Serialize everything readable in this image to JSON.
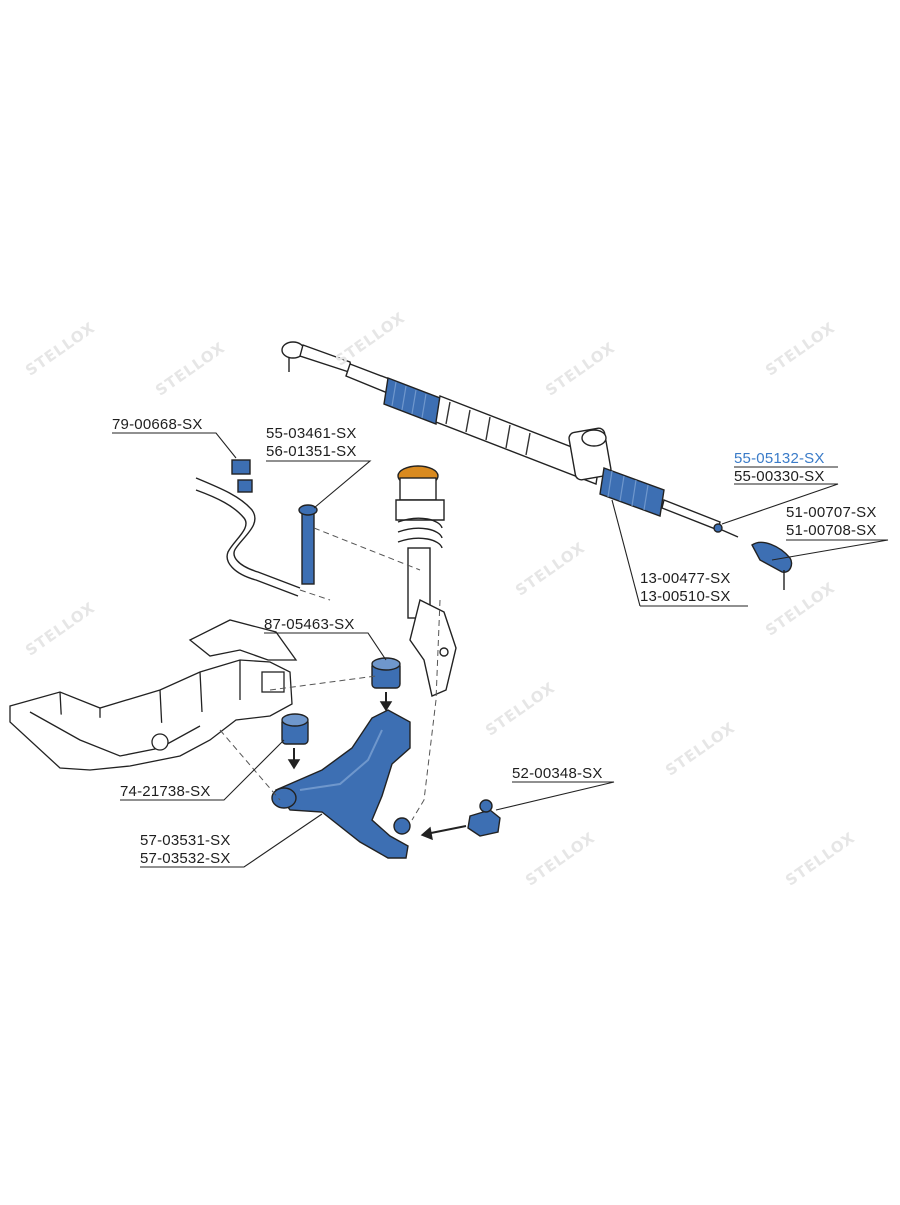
{
  "watermark": {
    "text": "STELLOX",
    "color": "#e6e6e6"
  },
  "colors": {
    "part_fill": "#3d6fb3",
    "part_highlight": "#6f97cc",
    "line": "#222222",
    "dashed": "#555555",
    "label": "#1e1e1e",
    "label_highlight": "#3a7bc8",
    "strut_top": "#d98a1f"
  },
  "labels": {
    "stab_bushing": "79-00668-SX",
    "link_a": "55-03461-SX",
    "link_b": "56-01351-SX",
    "tie_rod_a": "55-05132-SX",
    "tie_rod_b": "55-00330-SX",
    "tie_end_a": "51-00707-SX",
    "tie_end_b": "51-00708-SX",
    "boot_a": "13-00477-SX",
    "boot_b": "13-00510-SX",
    "arm_bushing_rear": "87-05463-SX",
    "arm_bushing_front": "74-21738-SX",
    "ball_joint": "52-00348-SX",
    "control_arm_a": "57-03531-SX",
    "control_arm_b": "57-03532-SX"
  }
}
